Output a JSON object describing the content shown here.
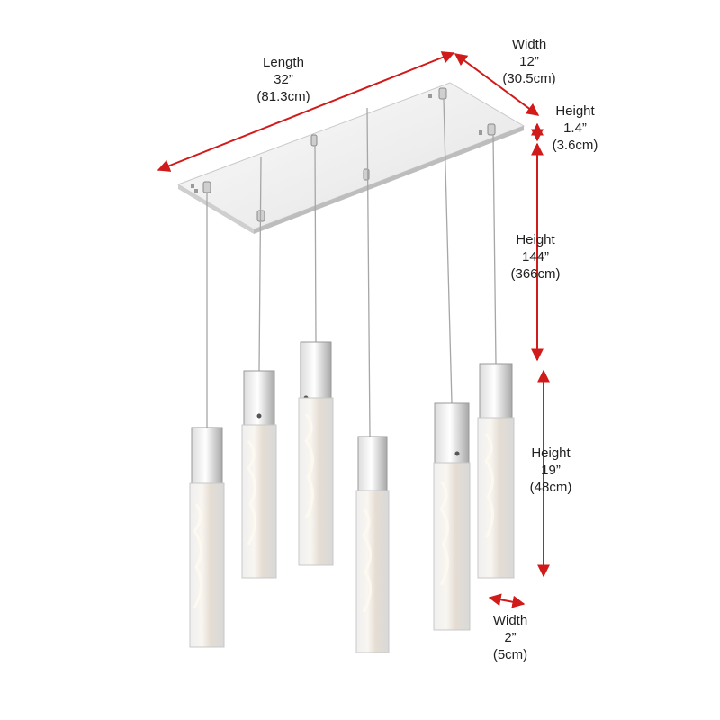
{
  "colors": {
    "arrow": "#d11a1a",
    "chrome_light": "#f2f2f2",
    "chrome_mid": "#d6d6d6",
    "chrome_dark": "#9c9c9c",
    "crystal": "#e9e6e2",
    "text": "#222222"
  },
  "dimensions": {
    "length": {
      "name": "Length",
      "imperial": "32”",
      "metric": "(81.3cm)"
    },
    "width_canopy": {
      "name": "Width",
      "imperial": "12”",
      "metric": "(30.5cm)"
    },
    "height_canopy": {
      "name": "Height",
      "imperial": "1.4”",
      "metric": "(3.6cm)"
    },
    "height_overall": {
      "name": "Height",
      "imperial": "144”",
      "metric": "(366cm)"
    },
    "height_pendant": {
      "name": "Height",
      "imperial": "19”",
      "metric": "(48cm)"
    },
    "width_pendant": {
      "name": "Width",
      "imperial": "2”",
      "metric": "(5cm)"
    }
  },
  "product": {
    "pendant_count": 6
  }
}
